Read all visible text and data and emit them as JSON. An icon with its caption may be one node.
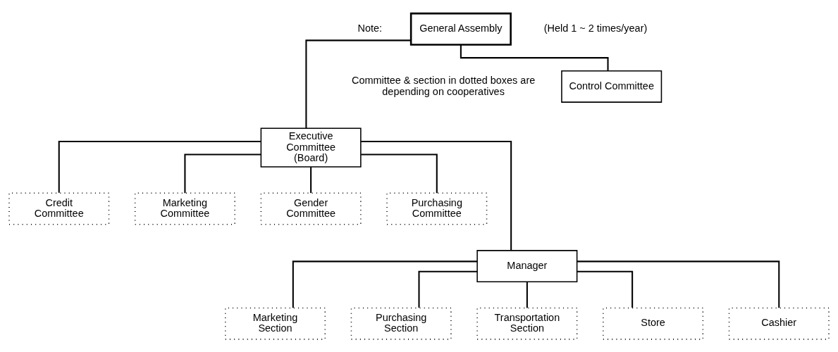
{
  "diagram": {
    "nodes": [
      {
        "text": [
          "General Assembly"
        ],
        "beside": [
          "(Held 1 ~ 2 times/year)"
        ]
      },
      {
        "text": [
          "Control Committee"
        ]
      },
      {
        "text": [
          "Executive Committee (Board)"
        ]
      },
      {
        "text": [
          "Credit Committee"
        ]
      },
      {
        "text": [
          "Marketing Committee"
        ]
      },
      {
        "text": [
          "Gender Committee"
        ]
      },
      {
        "text": [
          "Purchasing Committee"
        ]
      },
      {
        "text": [
          "Manager"
        ]
      },
      {
        "text": [
          "Marketing Section"
        ]
      },
      {
        "text": [
          "Purchasing Section"
        ]
      },
      {
        "text": [
          "Transportation Section"
        ]
      },
      {
        "text": [
          "Store"
        ]
      },
      {
        "text": [
          "Cashier"
        ]
      }
    ],
    "edges": [
      {
        "from": 0,
        "to": 1,
        "arrow": "none"
      },
      {
        "from": 0,
        "to": 2,
        "arrow": "none"
      },
      {
        "from": 2,
        "to": 3,
        "arrow": "none"
      },
      {
        "from": 2,
        "to": 4,
        "arrow": "none"
      },
      {
        "from": 2,
        "to": 7,
        "arrow": "none"
      },
      {
        "from": 2,
        "to": 5,
        "arrow": "none"
      },
      {
        "from": 2,
        "to": 6,
        "arrow": "none"
      },
      {
        "from": 7,
        "to": 8,
        "arrow": "none"
      },
      {
        "from": 7,
        "to": 9,
        "arrow": "none"
      },
      {
        "from": 7,
        "to": 10,
        "arrow": "none"
      },
      {
        "from": 7,
        "to": 11,
        "arrow": "none"
      },
      {
        "from": 7,
        "to": 12,
        "arrow": "none"
      }
    ],
    "labels": [
      "Note:",
      "Committee & section in dotted boxes are depending on cooperatives"
    ]
  }
}
